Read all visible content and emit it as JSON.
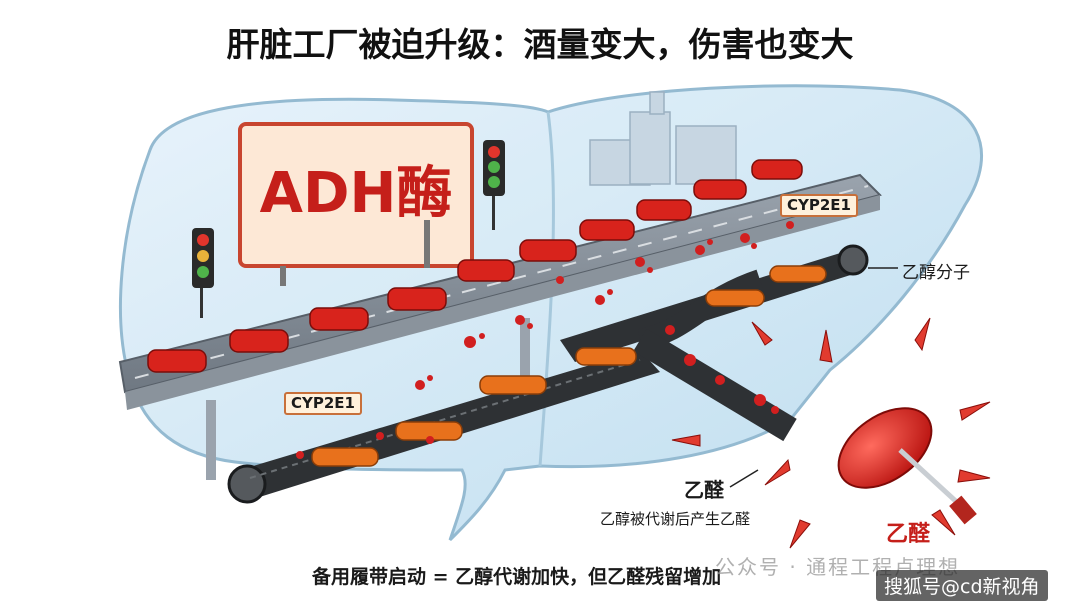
{
  "title": "肝脏工厂被迫升级：酒量变大，伤害也变大",
  "sign": {
    "text": "ADH酶"
  },
  "labels": {
    "cyp_upper": "CYP2E1",
    "cyp_lower": "CYP2E1",
    "ethanol_molecule": "乙醇分子",
    "acetaldehyde": "乙醛",
    "acetaldehyde_note": "乙醇被代谢后产生乙醛",
    "acetaldehyde_red": "乙醛",
    "bottom_caption": "备用履带启动 = 乙醇代谢加快，但乙醛残留增加"
  },
  "watermarks": {
    "wechat": "公众号 · 通程工程卢理想",
    "sohu": "搜狐号@cd新视角"
  },
  "colors": {
    "car": "#d8231c",
    "tanker": "#e8711c",
    "molecule": "#d11f1f",
    "liver_glass": "#cfe6f4",
    "belt": "#2e3134"
  }
}
